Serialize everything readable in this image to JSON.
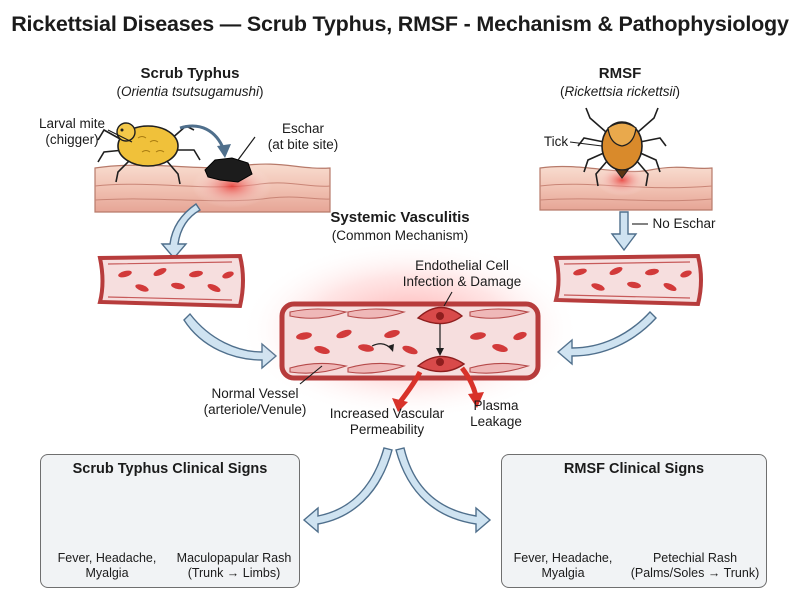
{
  "title": "Rickettsial Diseases — Scrub Typhus, RMSF - Mechanism & Pathophysiology",
  "scrub": {
    "heading": "Scrub Typhus",
    "organism": "Orientia tsutsugamushi",
    "vector_label_1": "Larval mite",
    "vector_label_2": "(chigger)",
    "eschar_label_1": "Eschar",
    "eschar_label_2": "(at bite site)"
  },
  "rmsf": {
    "heading": "RMSF",
    "organism": "Rickettsia rickettsii",
    "vector_label": "Tick",
    "no_eschar_label": "No Eschar"
  },
  "center": {
    "heading": "Systemic Vasculitis",
    "subheading": "(Common Mechanism)",
    "endo_label_1": "Endothelial Cell",
    "endo_label_2": "Infection & Damage",
    "normal_label_1": "Normal Vessel",
    "normal_label_2": "(arteriole/Venule)",
    "perm_label_1": "Increased Vascular",
    "perm_label_2": "Permeability",
    "plasma_label_1": "Plasma",
    "plasma_label_2": "Leakage"
  },
  "signs_scrub": {
    "title": "Scrub Typhus Clinical Signs",
    "sign1_line1": "Fever, Headache,",
    "sign1_line2": "Myalgia",
    "sign2_line1": "Maculopapular Rash",
    "sign2_line2": "(Trunk → Limbs)"
  },
  "signs_rmsf": {
    "title": "RMSF Clinical Signs",
    "sign1_line1": "Fever, Headache,",
    "sign1_line2": "Myalgia",
    "sign2_line1": "Petechial Rash",
    "sign2_line2": "(Palms/Soles → Trunk)"
  },
  "colors": {
    "skin_top": "#f6d3c4",
    "skin_band": "#e9a99a",
    "vessel_wall": "#b73c3c",
    "vessel_lumen": "#f7dede",
    "rbc": "#d23a3a",
    "arrow_fill": "#cfe3f1",
    "arrow_stroke": "#4f6f8c",
    "leak_arrow": "#d8322a",
    "box_bg": "#f1f3f5",
    "mite": "#f0c13a",
    "tick": "#d98a2b"
  }
}
